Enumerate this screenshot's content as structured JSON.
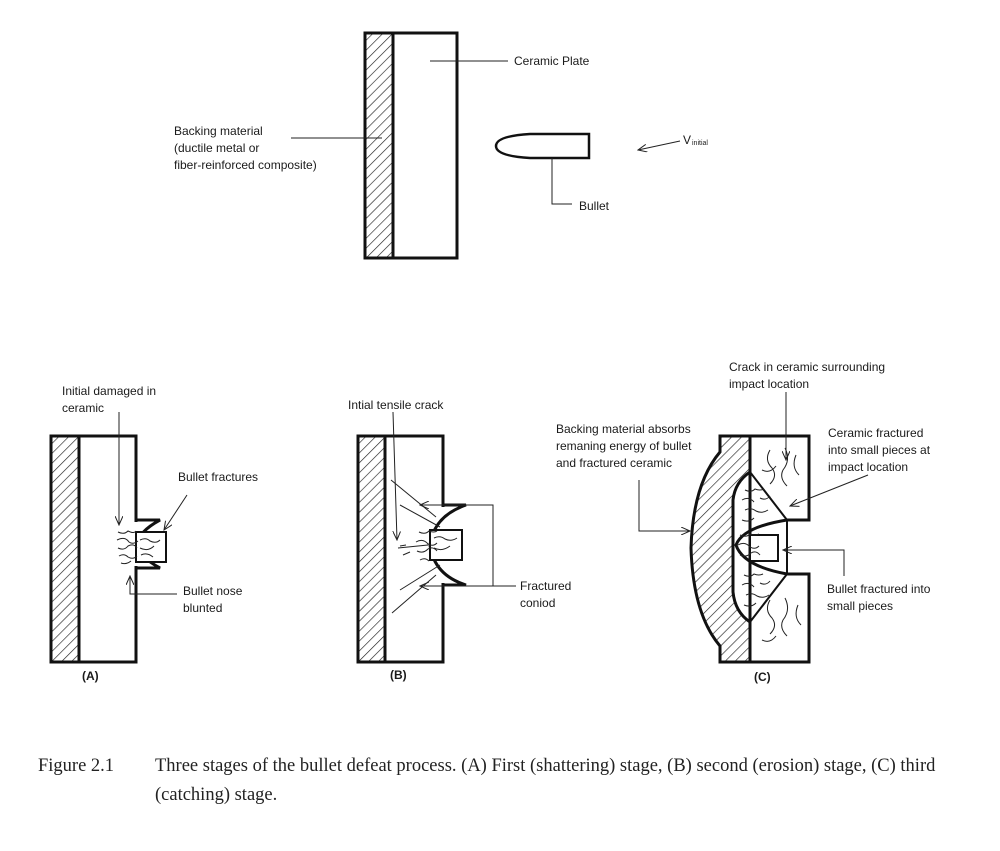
{
  "top": {
    "ceramic_plate": "Ceramic Plate",
    "backing_line1": "Backing material",
    "backing_line2": "(ductile metal or",
    "backing_line3": "fiber-reinforced composite)",
    "bullet": "Bullet",
    "velocity_v": "V",
    "velocity_sub": "initial"
  },
  "panel_a": {
    "damaged_line1": "Initial damaged in",
    "damaged_line2": "ceramic",
    "bullet_fractures": "Bullet fractures",
    "nose_line1": "Bullet nose",
    "nose_line2": "blunted",
    "label": "(A)"
  },
  "panel_b": {
    "tensile_crack": "Intial tensile crack",
    "coniod_line1": "Fractured",
    "coniod_line2": "coniod",
    "label": "(B)"
  },
  "panel_c": {
    "surround_line1": "Crack in ceramic surrounding",
    "surround_line2": "impact location",
    "backing_line1": "Backing material absorbs",
    "backing_line2": "remaning energy of bullet",
    "backing_line3": "and fractured ceramic",
    "fractured_line1": "Ceramic fractured",
    "fractured_line2": "into small pieces at",
    "fractured_line3": "impact location",
    "bullet_line1": "Bullet fractured into",
    "bullet_line2": "small pieces",
    "label": "(C)"
  },
  "caption": {
    "number": "Figure 2.1",
    "text": "Three stages of the bullet defeat process. (A) First (shattering) stage, (B) second (erosion) stage, (C) third (catching) stage."
  }
}
